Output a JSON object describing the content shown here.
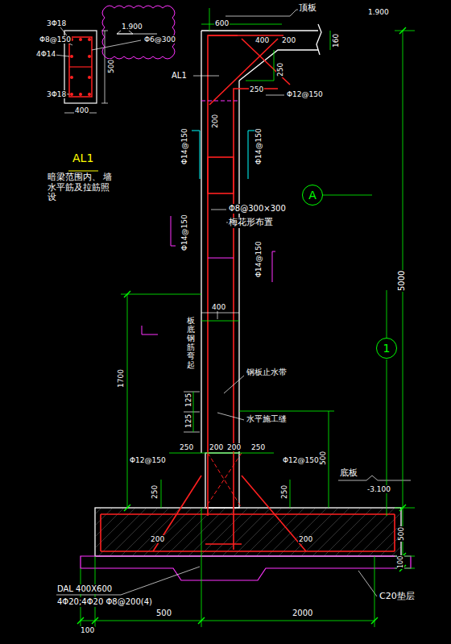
{
  "diagram": {
    "nodes": [
      {
        "text": [
          "A"
        ]
      },
      {
        "text": [
          "1"
        ]
      }
    ],
    "labels": [
      "3Φ18",
      "1.900",
      "Φ8@150",
      "Φ6@300",
      "4Φ14",
      "500",
      "3Φ18",
      "400",
      "AL1",
      "暗梁范围内、 墙水平筋及拉筋照设",
      "顶板",
      "1.900",
      "600",
      "400",
      "200",
      "160",
      "250",
      "AL1",
      "Φ12@150",
      "250",
      "200",
      "Φ14@150",
      "Φ14@150",
      "Φ8@300×300",
      "梅花形布置",
      "Φ14@150",
      "Φ14@150",
      "5000",
      "400",
      "板底钢筋弯起",
      "1700",
      "钢板止水带",
      "125",
      "125",
      "水平施工缝",
      "250",
      "200",
      "200",
      "250",
      "Φ12@150",
      "Φ12@150",
      "250",
      "250",
      "500",
      "底板",
      "-3.100",
      "500",
      "100",
      "200",
      "200",
      "DAL 400X600",
      "4Φ20;4Φ20 Φ8@200(4)",
      "C20垫层",
      "100",
      "500",
      "2000"
    ]
  }
}
